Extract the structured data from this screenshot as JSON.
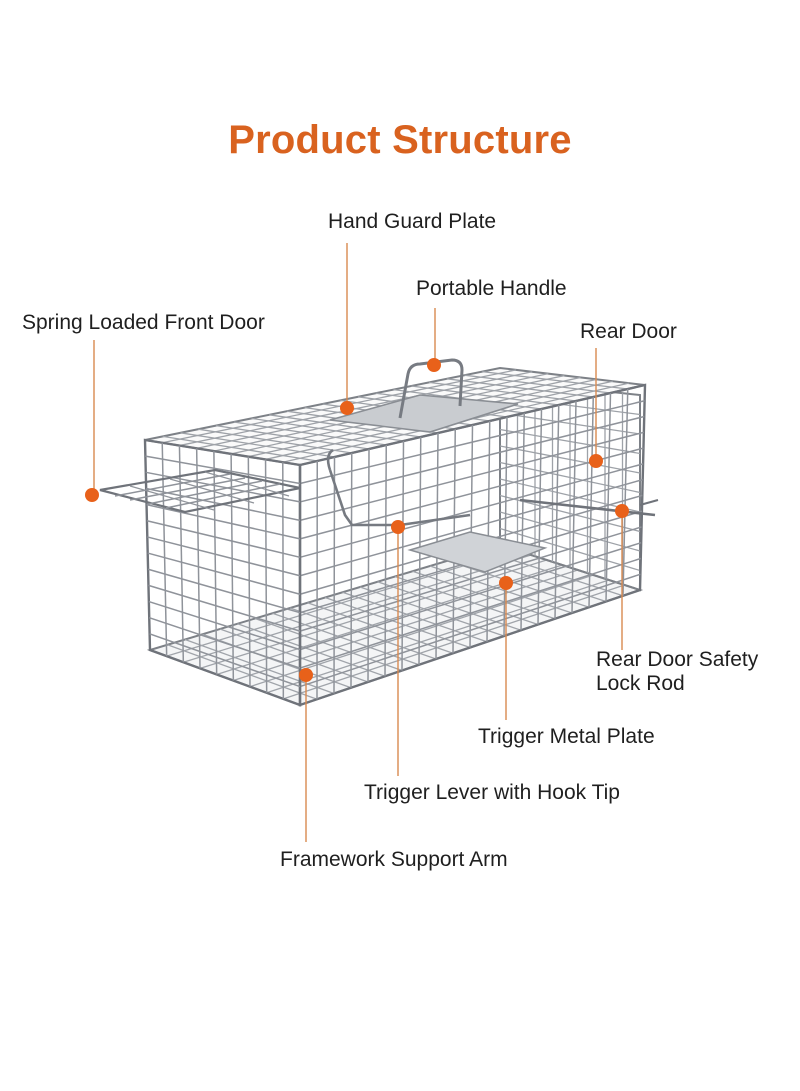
{
  "title": "Product Structure",
  "accent_color": "#e8611a",
  "leader_color": "#d98a50",
  "labels": {
    "hand_guard_plate": "Hand Guard Plate",
    "portable_handle": "Portable Handle",
    "spring_loaded_front_door": "Spring Loaded Front Door",
    "rear_door": "Rear Door",
    "rear_door_safety_lock_rod_line1": "Rear Door Safety",
    "rear_door_safety_lock_rod_line2": "Lock Rod",
    "trigger_metal_plate": "Trigger Metal Plate",
    "trigger_lever_with_hook_tip": "Trigger Lever with Hook Tip",
    "framework_support_arm": "Framework Support Arm"
  }
}
